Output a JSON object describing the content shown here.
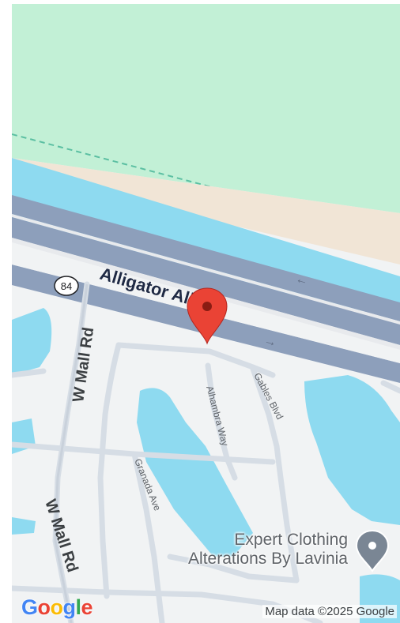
{
  "map": {
    "attribution": "Map data ©2025 Google",
    "logo_letters": [
      "G",
      "o",
      "o",
      "g",
      "l",
      "e"
    ],
    "roads": {
      "highway": "Alligator Alley",
      "highway_shield": "84",
      "west_mall_top": "W Mall Rd",
      "west_mall_bottom": "W Mall Rd",
      "alhambra": "Alhambra Way",
      "gables": "Gables Blvd",
      "granada": "Granada Ave"
    },
    "poi": {
      "line1": "Expert Clothing",
      "line2": "Alterations By Lavinia",
      "icon": "place-pin-icon"
    },
    "marker": {
      "icon": "location-marker-icon",
      "color": "#EA4335"
    },
    "colors": {
      "park": "#c2f0d6",
      "water": "#8edaf0",
      "sand": "#f1e5d6",
      "highway": "#8d9fbb",
      "background": "#f1f3f4"
    }
  }
}
